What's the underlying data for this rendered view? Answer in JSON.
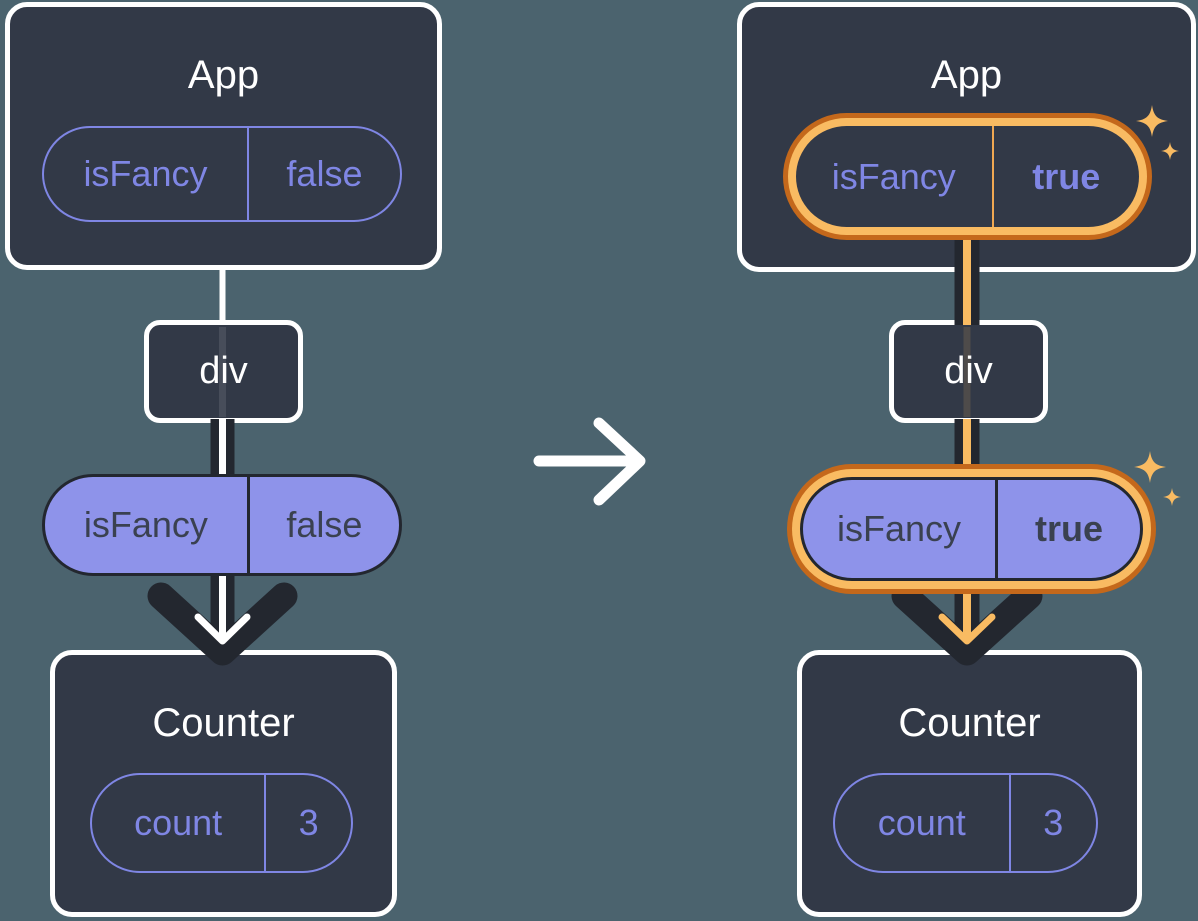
{
  "colors": {
    "background": "#4b636e",
    "box_fill": "#323947",
    "white": "#ffffff",
    "purple": "#7f86e4",
    "purple_fill": "#8e93ea",
    "dark": "#23272f",
    "text_dark": "#3a4150",
    "orange_light": "#f9bb62",
    "orange_dark": "#c4681b",
    "orange_divider": "#f0a852"
  },
  "panels": {
    "left": {
      "app_title": "App",
      "app_state": {
        "name": "isFancy",
        "value": "false"
      },
      "div_label": "div",
      "passed_prop": {
        "name": "isFancy",
        "value": "false"
      },
      "counter_title": "Counter",
      "counter_state": {
        "name": "count",
        "value": "3"
      }
    },
    "right": {
      "app_title": "App",
      "app_state": {
        "name": "isFancy",
        "value": "true"
      },
      "div_label": "div",
      "passed_prop": {
        "name": "isFancy",
        "value": "true"
      },
      "counter_title": "Counter",
      "counter_state": {
        "name": "count",
        "value": "3"
      }
    }
  }
}
